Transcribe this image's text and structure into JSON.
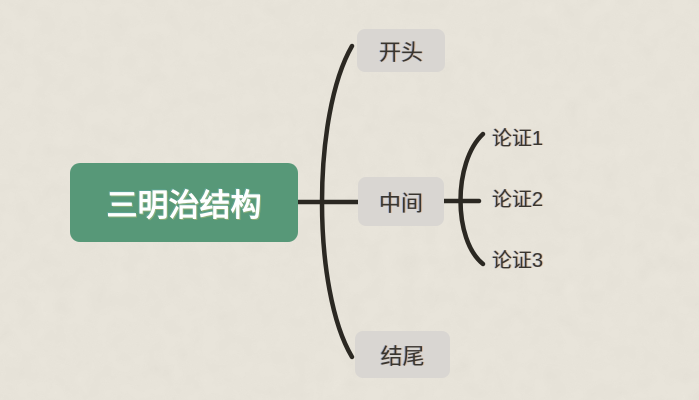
{
  "colors": {
    "canvas-bg": "#ece8de",
    "root-bg": "#579878",
    "root-text": "#ffffff",
    "branch-bg": "#d9d6d2",
    "branch-text": "#39352f",
    "line": "#2b2822"
  },
  "mindmap": {
    "root": {
      "label": "三明治结构"
    },
    "branches": [
      {
        "label": "开头"
      },
      {
        "label": "中间",
        "children": [
          {
            "label": "论证1"
          },
          {
            "label": "论证2"
          },
          {
            "label": "论证3"
          }
        ]
      },
      {
        "label": "结尾"
      }
    ]
  }
}
